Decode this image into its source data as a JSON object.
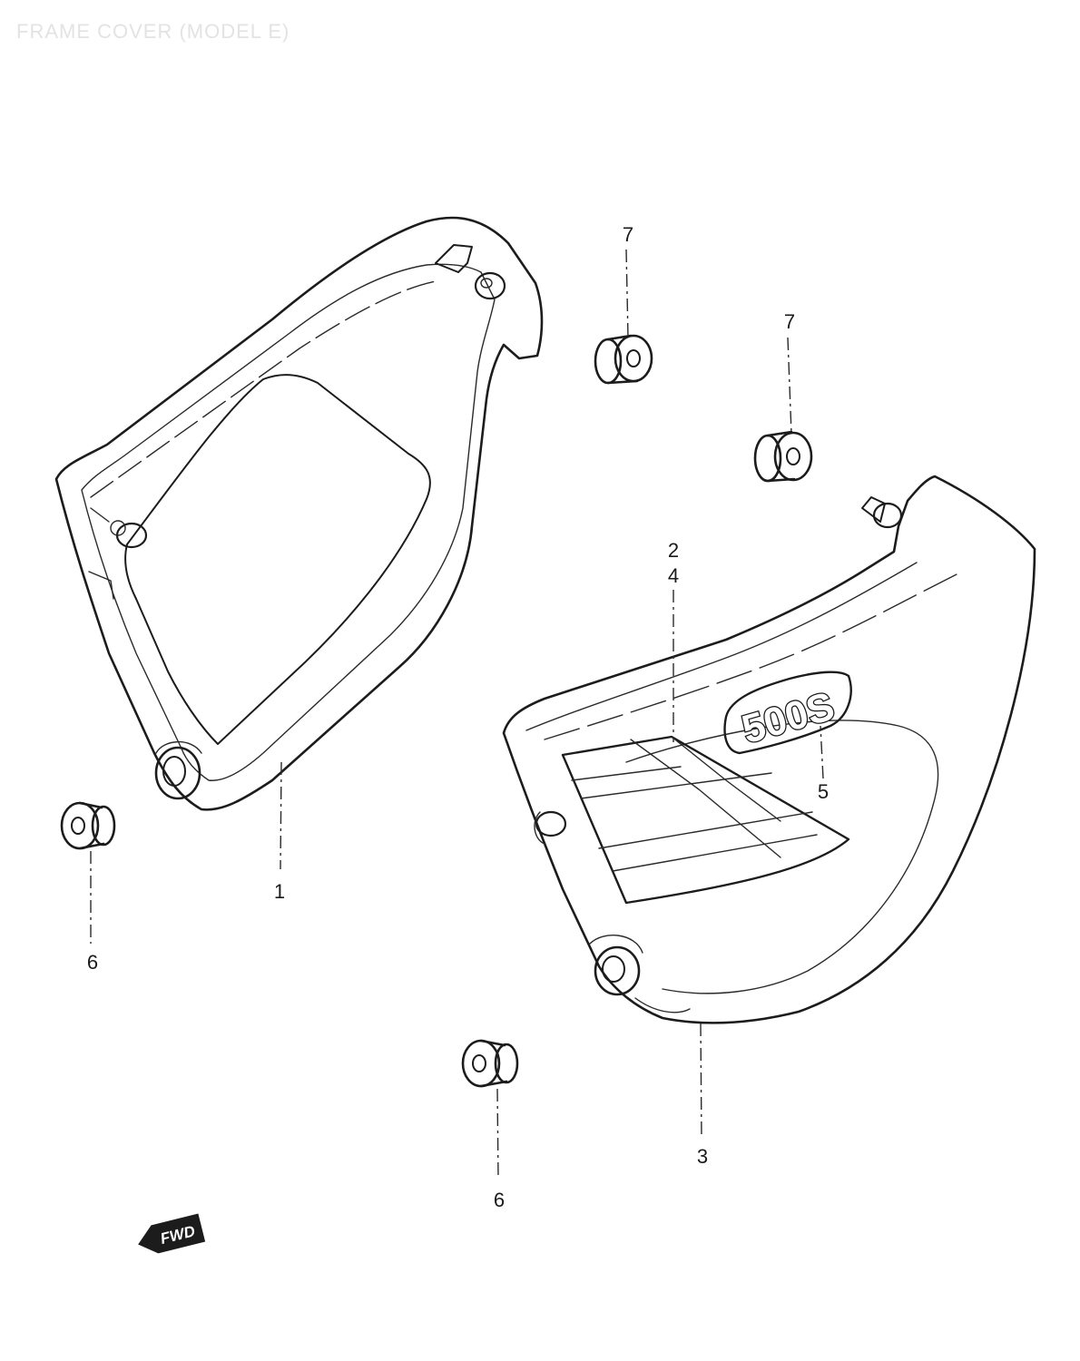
{
  "title": "FRAME COVER (MODEL E)",
  "emblem_text": "500S",
  "direction_badge": "FWD",
  "callouts": {
    "left_cover": "1",
    "grid_emblem_a": "2",
    "right_cover": "3",
    "grid_emblem_b": "4",
    "badge_emblem": "5",
    "grommet_bottom_left": "6",
    "grommet_bottom_center": "6",
    "cushion_top_center": "7",
    "cushion_top_right": "7"
  },
  "colors": {
    "ink": "#1c1c1c",
    "title": "#e3e3e3",
    "background": "#ffffff"
  }
}
